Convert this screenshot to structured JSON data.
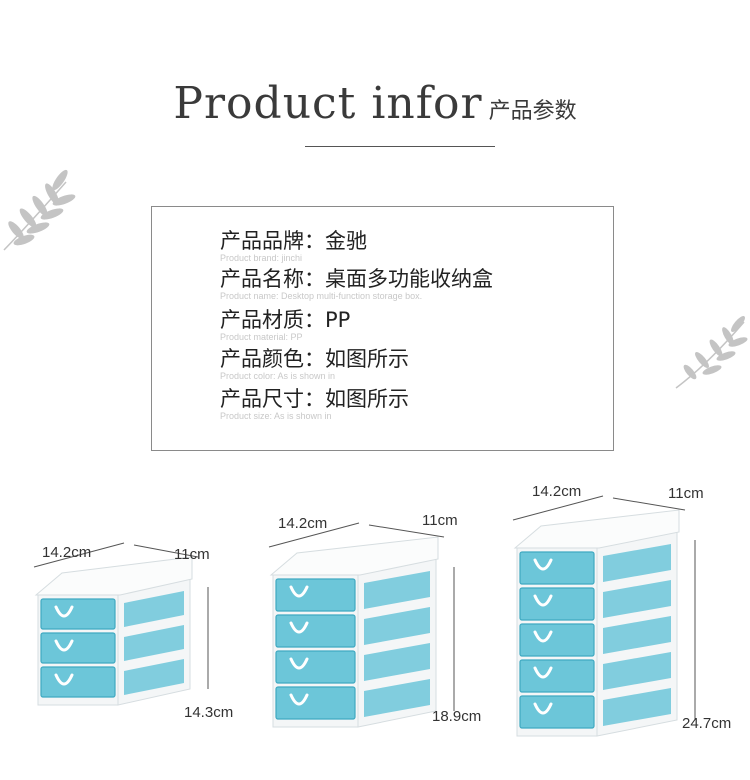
{
  "header": {
    "title_en": "Product infor",
    "title_cn": "产品参数"
  },
  "specs": [
    {
      "label": "产品品牌：",
      "value": "金驰",
      "en": "Product brand: jinchi"
    },
    {
      "label": "产品名称：",
      "value": "桌面多功能收纳盒",
      "en": "Product name: Desktop multi-function storage box."
    },
    {
      "label": "产品材质：",
      "value": "PP",
      "en": "Product material: PP"
    },
    {
      "label": "产品颜色：",
      "value": "如图所示",
      "en": "Product color: As is shown in"
    },
    {
      "label": "产品尺寸：",
      "value": "如图所示",
      "en": "Product size: As is shown in"
    }
  ],
  "products": [
    {
      "drawers": 3,
      "width": "14.2cm",
      "depth": "11cm",
      "height": "14.3cm"
    },
    {
      "drawers": 4,
      "width": "14.2cm",
      "depth": "11cm",
      "height": "18.9cm"
    },
    {
      "drawers": 5,
      "width": "14.2cm",
      "depth": "11cm",
      "height": "24.7cm"
    }
  ],
  "colors": {
    "drawer_blue": "#6cc6d9",
    "drawer_blue_dark": "#3fa9c1",
    "frame_white": "#f4f6f7",
    "leaf_grey": "#bdbdbd"
  }
}
